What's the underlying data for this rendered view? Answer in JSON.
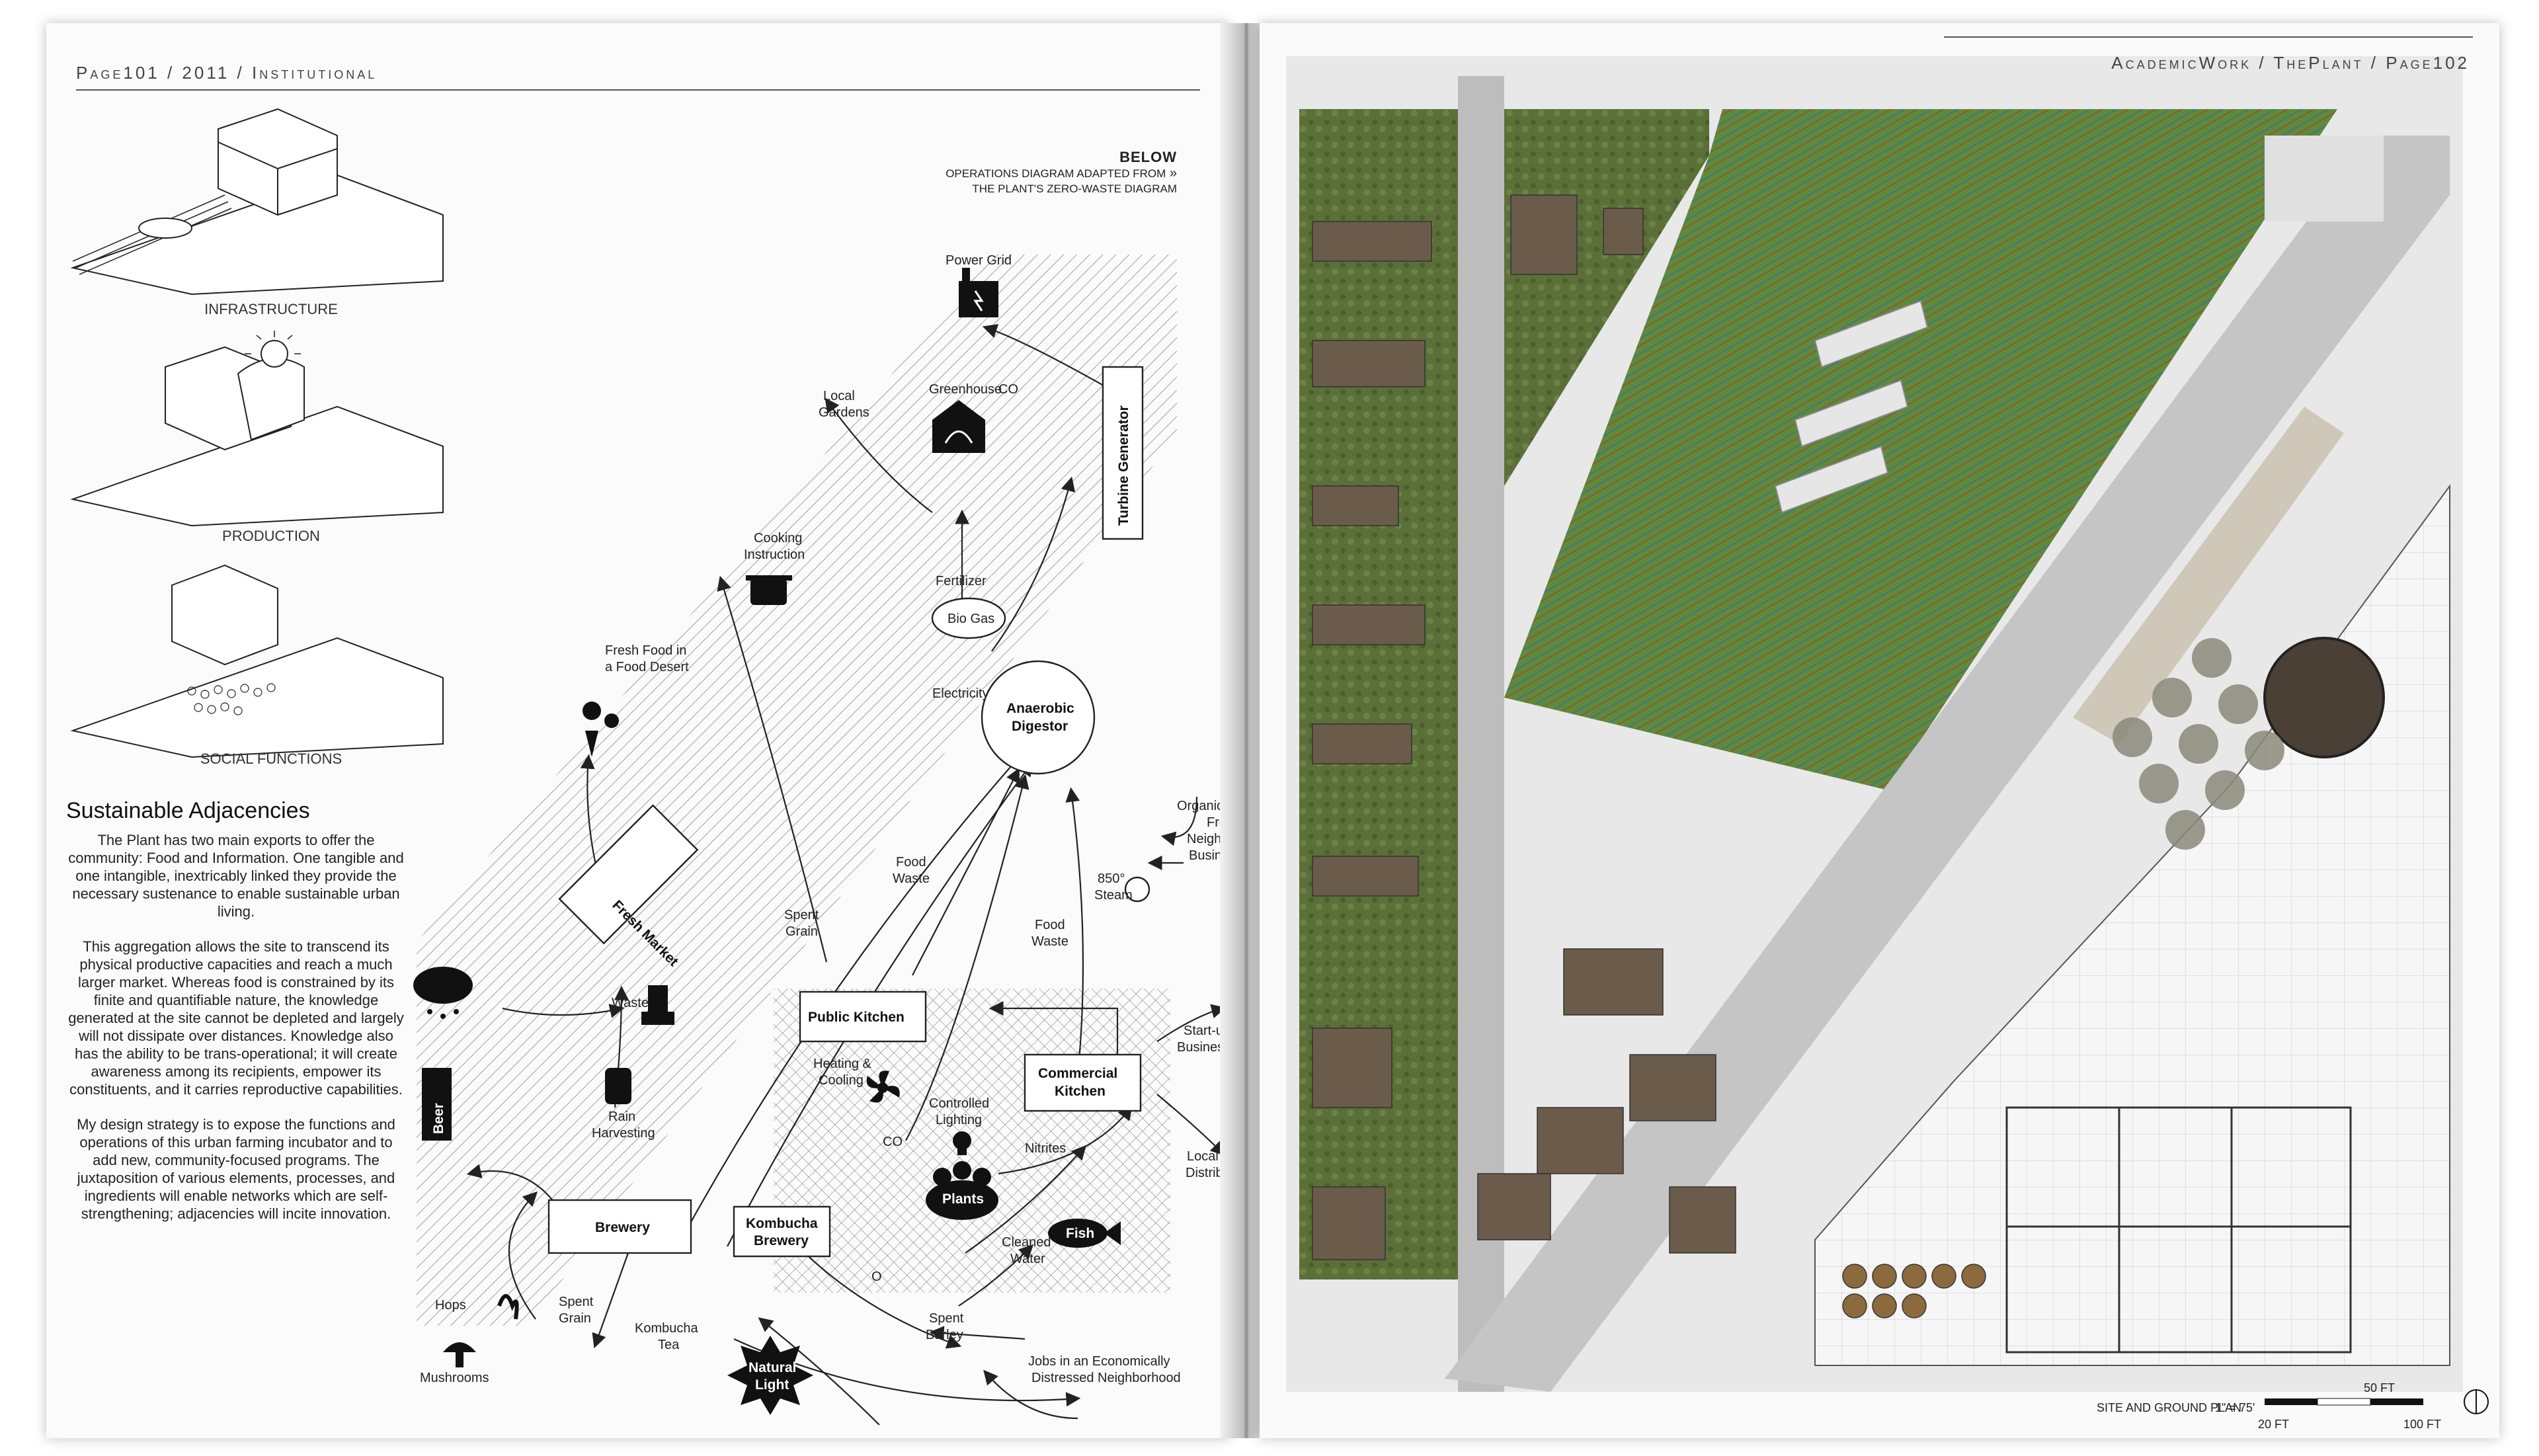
{
  "left_page": {
    "running_head": "Page101 / 2011 / Institutional",
    "captions": {
      "infrastructure": "Infrastructure",
      "production": "Production",
      "social": "Social Functions"
    },
    "section_title": "Sustainable Adjacencies",
    "paragraphs": [
      "The Plant has two main exports to offer the community: Food and Information. One tangible and one intangible, inextricably linked they provide the necessary sustenance to enable sustainable urban living.",
      "This aggregation allows the site to transcend its physical productive capacities and reach a much larger market. Whereas food is constrained by its finite and quantifiable nature, the knowledge generated at the site cannot be depleted and largely will not dissipate over distances. Knowledge also has the ability to be trans-operational; it will create awareness among its recipients, empower its constituents, and it carries reproductive capabilities.",
      "My design strategy is to expose the functions and operations of this urban farming incubator and to add new, community-focused programs. The juxtaposition of various elements, processes, and ingredients will enable networks which are self-strengthening; adjacencies will incite innovation."
    ],
    "diagram": {
      "heading": "BELOW",
      "subheading_1": "Operations diagram adapted from",
      "subheading_2": "the Plant's zero-waste diagram",
      "boxes": {
        "fresh_market": "Fresh Market",
        "public_kitchen": "Public Kitchen",
        "commercial_kitchen_1": "Commercial",
        "commercial_kitchen_2": "Kitchen",
        "brewery": "Brewery",
        "kombucha_1": "Kombucha",
        "kombucha_2": "Brewery",
        "turbine": "Turbine Generator",
        "digester_1": "Anaerobic",
        "digester_2": "Digestor"
      },
      "labels": {
        "power_grid": "Power Grid",
        "greenhouse": "Greenhouse",
        "co2_top": "CO",
        "local_gardens_1": "Local",
        "local_gardens_2": "Gardens",
        "cooking_1": "Cooking",
        "cooking_2": "Instruction",
        "fresh_food_1": "Fresh Food in",
        "fresh_food_2": "a Food Desert",
        "fertilizer": "Fertilizer",
        "bio_gas": "Bio Gas",
        "electricity": "Electricity",
        "organic_1": "Organic Waste",
        "organic_2": "From",
        "organic_3": "Neighboring",
        "organic_4": "Businesses",
        "steam_1": "850°",
        "steam_2": "Steam",
        "food_waste_1a": "Food",
        "food_waste_1b": "Waste",
        "food_waste_2a": "Food",
        "food_waste_2b": "Waste",
        "spent_grain_1a": "Spent",
        "spent_grain_1b": "Grain",
        "waste": "Waste",
        "rain_1": "Rain",
        "rain_2": "Harvesting",
        "heating_1": "Heating &",
        "heating_2": "Cooling",
        "controlled_1": "Controlled",
        "controlled_2": "Lighting",
        "co2_mid": "CO",
        "nitrites": "Nitrites",
        "startup_1": "Start-up",
        "startup_2": "Businesses",
        "local_food_1": "Local Food",
        "local_food_2": "Distribution",
        "plants": "Plants",
        "fish": "Fish",
        "cleaned_1": "Cleaned",
        "cleaned_2": "Water",
        "o2": "O",
        "beer": "Beer",
        "hops": "Hops",
        "spent_grain_2a": "Spent",
        "spent_grain_2b": "Grain",
        "kombucha_tea_1": "Kombucha",
        "kombucha_tea_2": "Tea",
        "spent_barley_1": "Spent",
        "spent_barley_2": "Barley",
        "jobs_1": "Jobs in an Economically",
        "jobs_2": "Distressed Neighborhood",
        "mushrooms": "Mushrooms",
        "natural_1": "Natural",
        "natural_2": "Light"
      }
    }
  },
  "right_page": {
    "running_head": "AcademicWork / ThePlant / Page102",
    "plan_title": "Site and Ground Plan",
    "scale_ratio": "1\" = 75'",
    "scale_50": "50 FT",
    "scale_20": "20 FT",
    "scale_100": "100 FT"
  },
  "colors": {
    "paper": "#fbfbfb",
    "ink": "#222222",
    "grass": "#5e7a3c",
    "road": "#bdbdbd",
    "building": "#f2f2f2"
  }
}
